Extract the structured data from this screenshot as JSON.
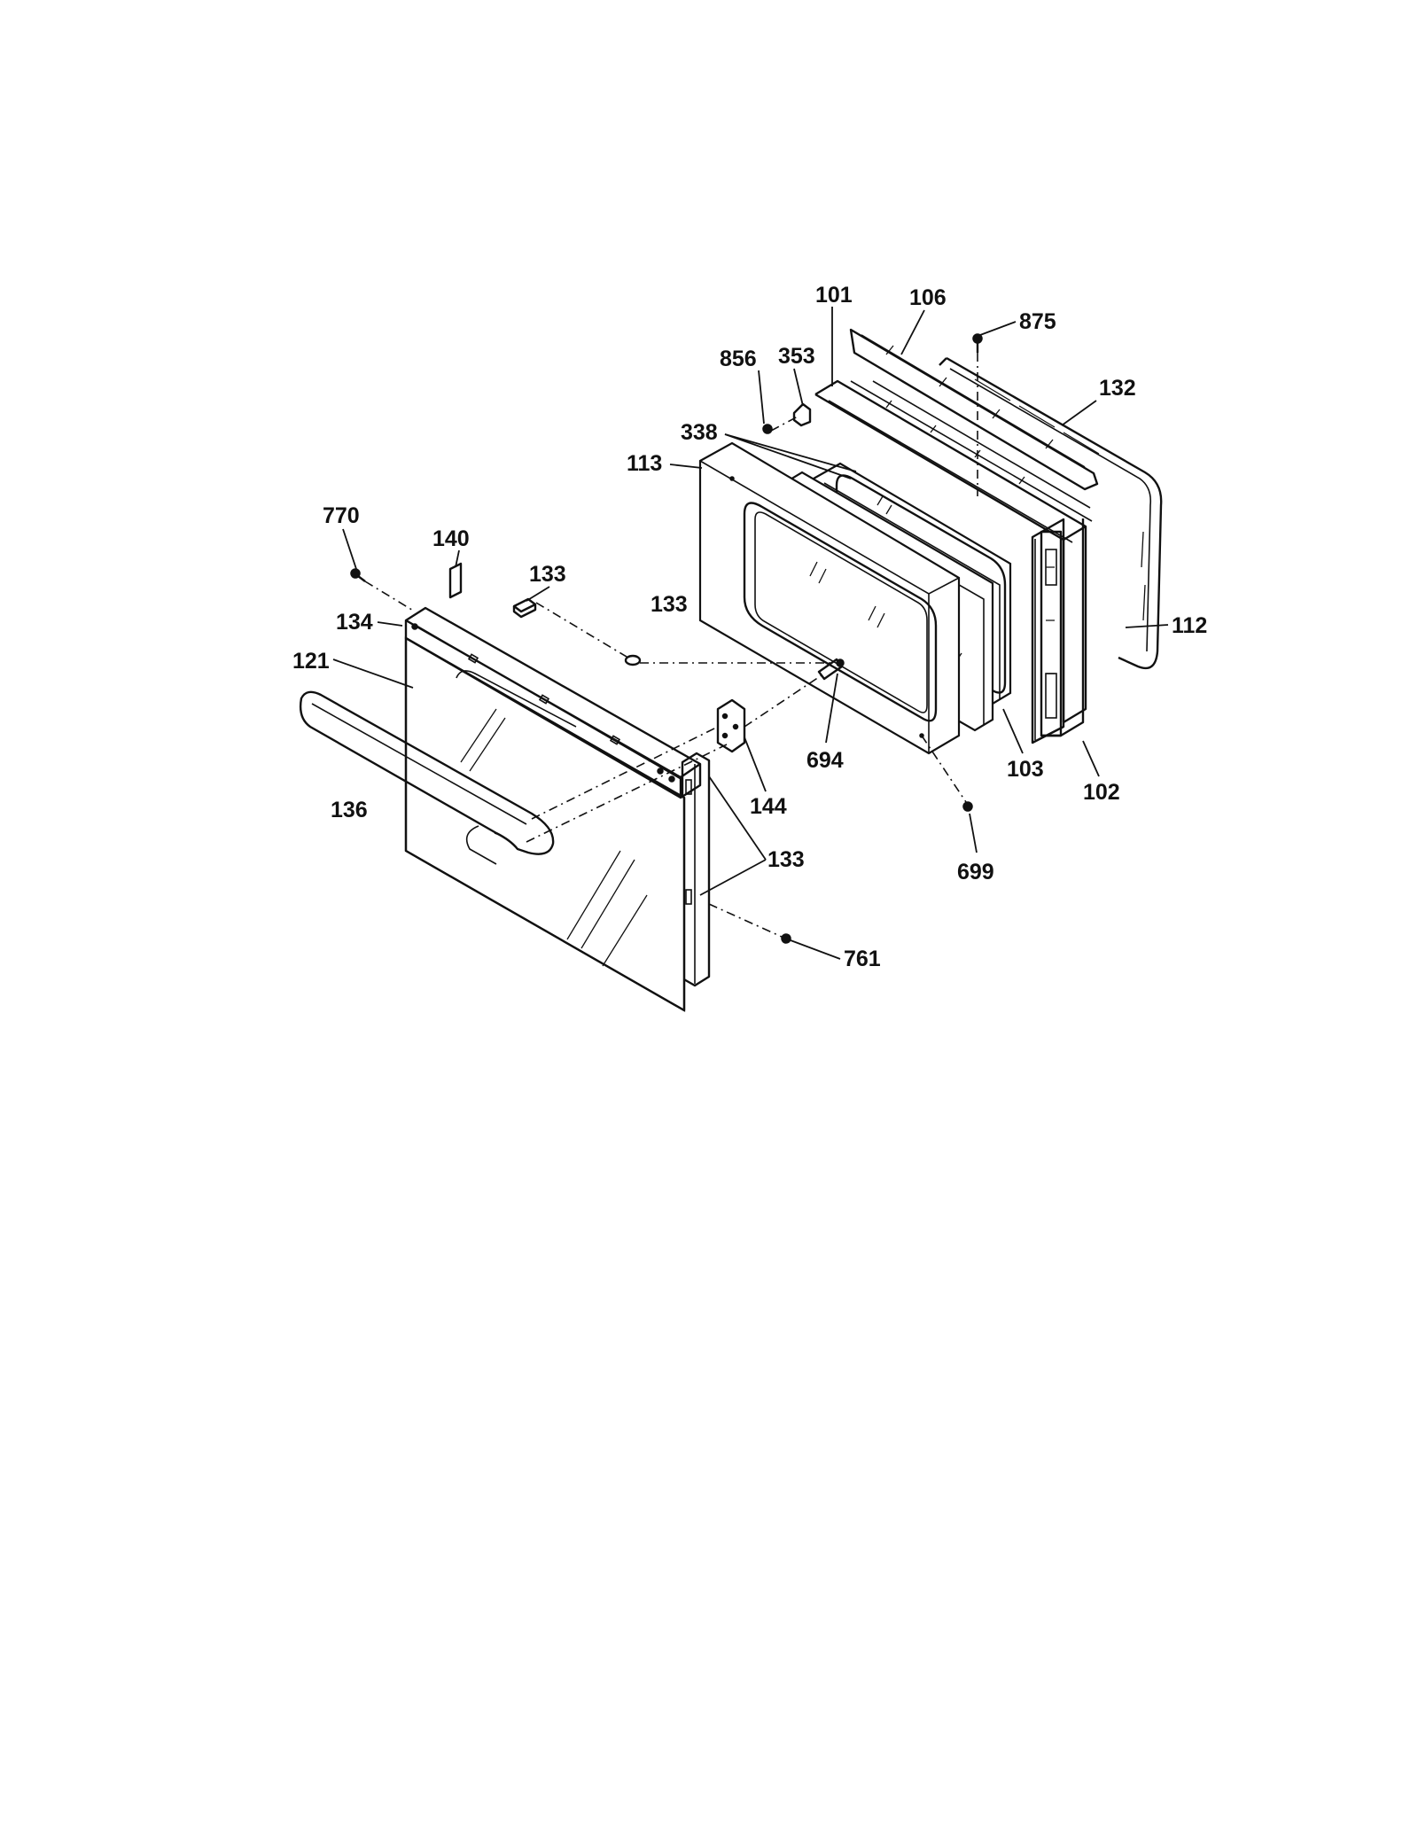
{
  "diagram": {
    "callouts": {
      "c101": "101",
      "c106": "106",
      "c875": "875",
      "c856": "856",
      "c353": "353",
      "c132": "132",
      "c338": "338",
      "c113": "113",
      "c770": "770",
      "c140": "140",
      "c133a": "133",
      "c133b": "133",
      "c134": "134",
      "c112": "112",
      "c121": "121",
      "c694": "694",
      "c103": "103",
      "c102": "102",
      "c144": "144",
      "c136": "136",
      "c133c": "133",
      "c699": "699",
      "c761": "761"
    }
  }
}
